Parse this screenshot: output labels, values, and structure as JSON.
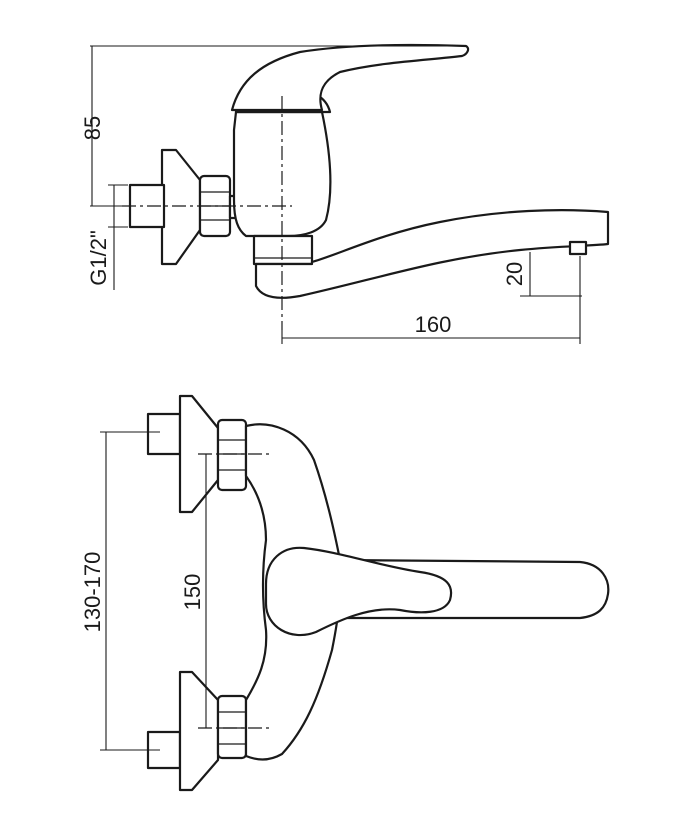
{
  "side_view": {
    "dim_height": "85",
    "dim_thread": "G1/2\"",
    "dim_spout_height": "20",
    "dim_spout_reach": "160"
  },
  "top_view": {
    "dim_inlet_range": "130-170",
    "dim_inlet_spacing": "150"
  },
  "colors": {
    "line": "#1a1a1a",
    "background": "#ffffff"
  }
}
